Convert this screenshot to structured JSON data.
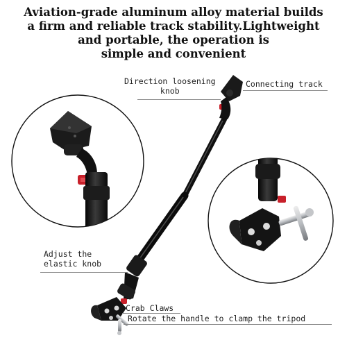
{
  "headline": {
    "lines": [
      "Aviation-grade aluminum alloy material builds",
      "a firm and reliable track stability.Lightweight",
      "and portable, the operation is",
      "simple and convenient"
    ]
  },
  "callouts": {
    "direction_knob": [
      "Direction loosening",
      "knob"
    ],
    "connecting_track": "Connecting track",
    "elastic_knob": [
      "Adjust the",
      "elastic knob"
    ],
    "crab_claws": "Crab Claws",
    "rotate_handle": "Rotate the handle to clamp the tripod"
  },
  "icons": {
    "detail_top": "arm-head-closeup",
    "detail_clamp": "crab-clamp-closeup",
    "product": "track-support-arm"
  },
  "colors": {
    "text": "#111111",
    "arm_black": "#151515",
    "knob_red": "#c8202a",
    "steel": "#b9bcc0",
    "leader_line": "#8a8a8a"
  }
}
